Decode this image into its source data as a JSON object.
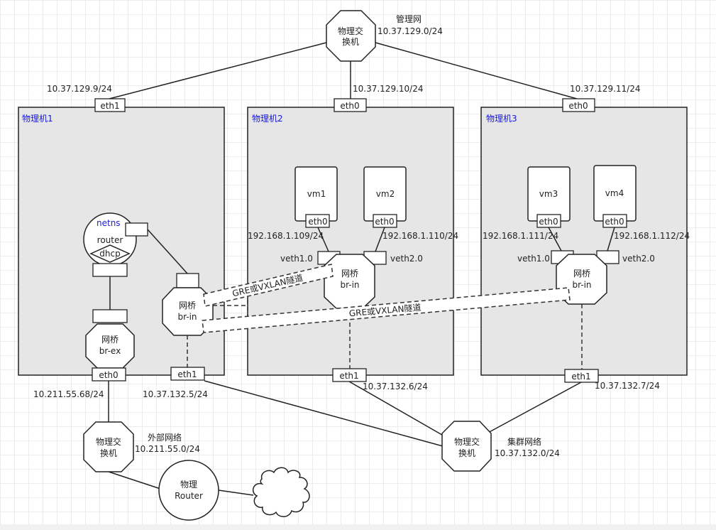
{
  "mgmt": {
    "switch": [
      "物理交",
      "换机"
    ],
    "label": "管理网",
    "subnet": "10.37.129.0/24"
  },
  "hosts": {
    "h1": {
      "title": "物理机1",
      "eth1_ip": "10.37.129.9/24",
      "eth0_ip": "10.211.55.68/24",
      "eth1b_ip": "10.37.132.5/24"
    },
    "h2": {
      "title": "物理机2",
      "eth0_ip": "10.37.129.10/24",
      "eth1_ip": "10.37.132.6/24"
    },
    "h3": {
      "title": "物理机3",
      "eth0_ip": "10.37.129.11/24",
      "eth1_ip": "10.37.132.7/24"
    }
  },
  "ports": {
    "eth0": "eth0",
    "eth1": "eth1"
  },
  "netns": {
    "label": "netns",
    "router": "router",
    "dhcp": "dhcp"
  },
  "bridges": {
    "ex": [
      "网桥",
      "br-ex"
    ],
    "in": [
      "网桥",
      "br-in"
    ]
  },
  "vms": {
    "vm1": {
      "name": "vm1",
      "ip": "192.168.1.109/24",
      "veth": "veth1.0"
    },
    "vm2": {
      "name": "vm2",
      "ip": "192.168.1.110/24",
      "veth": "veth2.0"
    },
    "vm3": {
      "name": "vm3",
      "ip": "192.168.1.111/24",
      "veth": "veth1.0"
    },
    "vm4": {
      "name": "vm4",
      "ip": "192.168.1.112/24",
      "veth": "veth2.0"
    }
  },
  "tunnel_label": "GRE或VXLAN隧道",
  "external": {
    "switch": [
      "物理交",
      "换机"
    ],
    "label": "外部网络",
    "subnet": "10.211.55.0/24"
  },
  "cluster": {
    "switch": [
      "物理交",
      "换机"
    ],
    "label": "集群网络",
    "subnet": "10.37.132.0/24"
  },
  "router": [
    "物理",
    "Router"
  ]
}
